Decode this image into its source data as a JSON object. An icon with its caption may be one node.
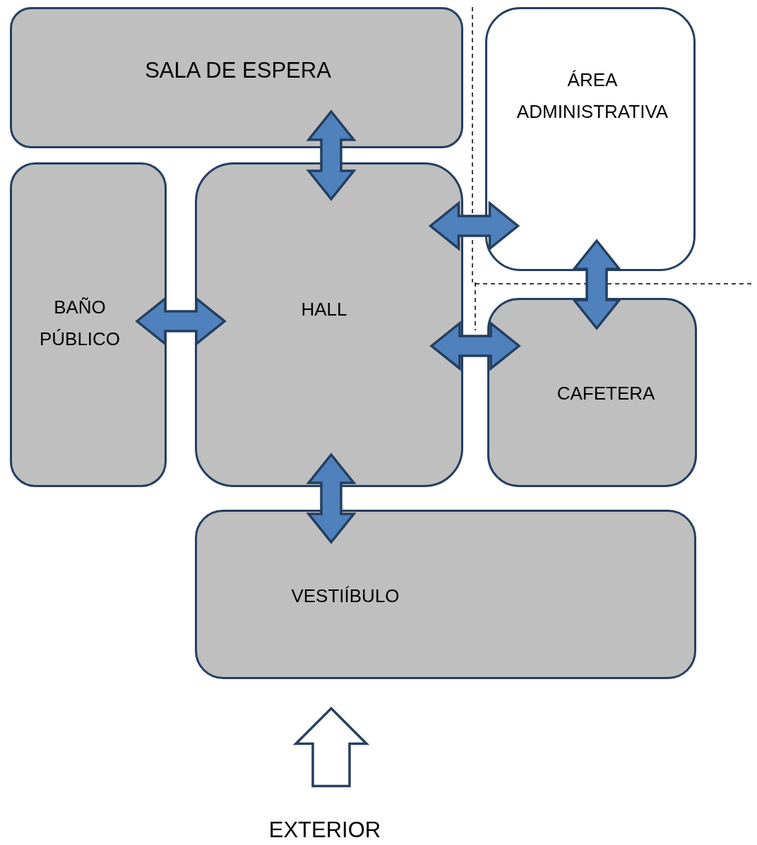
{
  "diagram": {
    "nodes": [
      {
        "text": [
          "SALA DE ESPERA"
        ]
      },
      {
        "text": [
          "ÁREA ADMINISTRATIVA"
        ]
      },
      {
        "text": [
          "BAÑO PÚBLICO"
        ]
      },
      {
        "text": [
          "HALL"
        ]
      },
      {
        "text": [
          "CAFETERA"
        ]
      },
      {
        "text": [
          "VESTIÍBULO"
        ]
      },
      {
        "text": [
          "EXTERIOR"
        ]
      }
    ],
    "edges": [
      {
        "from": 0,
        "to": 3,
        "arrow": "both"
      },
      {
        "from": 2,
        "to": 3,
        "arrow": "both"
      },
      {
        "from": 3,
        "to": 1,
        "arrow": "both"
      },
      {
        "from": 3,
        "to": 4,
        "arrow": "both"
      },
      {
        "from": 1,
        "to": 4,
        "arrow": "both"
      },
      {
        "from": 3,
        "to": 5,
        "arrow": "both"
      },
      {
        "from": 6,
        "to": 5,
        "arrow": "to",
        "color": "#ffffff"
      }
    ]
  }
}
